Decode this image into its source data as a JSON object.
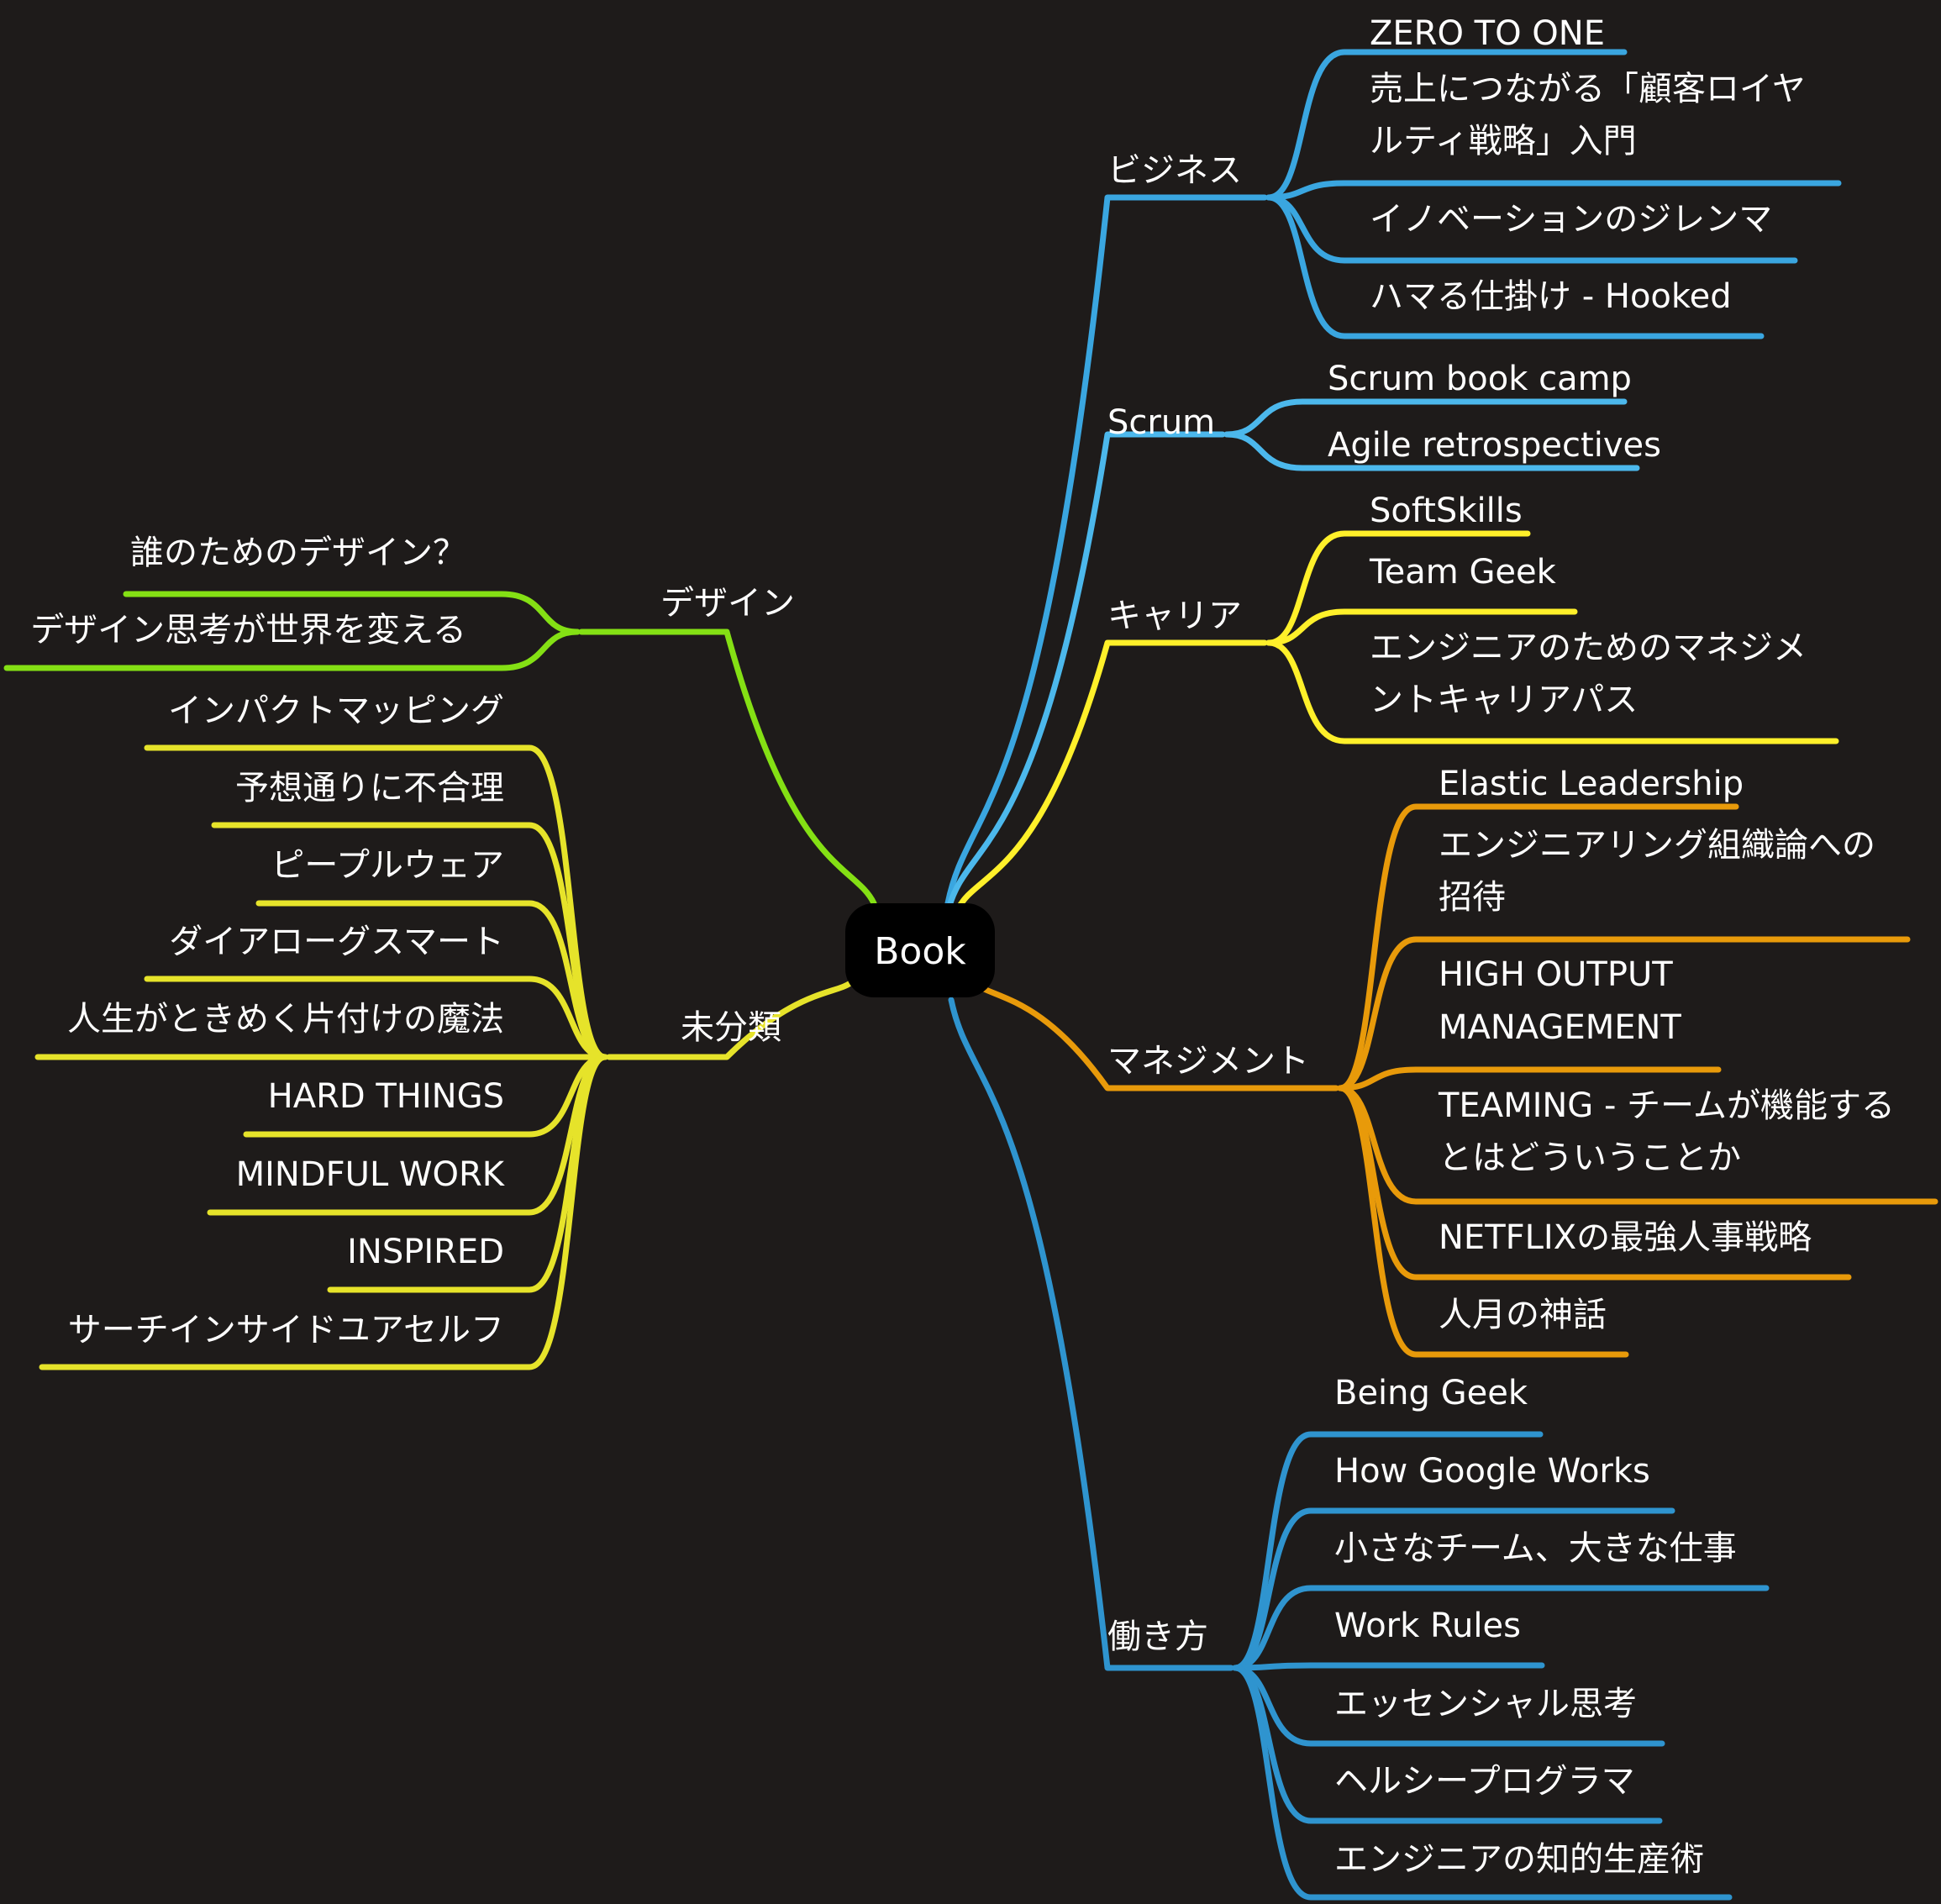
{
  "mindmap": {
    "root": "Book",
    "colors": {
      "background": "#1e1b1a",
      "business": "#3aa6e0",
      "scrum": "#4cb8ec",
      "career": "#fff02a",
      "management": "#e89a0a",
      "workstyle": "#2f94cf",
      "design": "#84e014",
      "uncategorized": "#e6e32a"
    },
    "branches": [
      {
        "label": "ビジネス",
        "color": "business",
        "side": "right",
        "children": [
          "ZERO TO ONE",
          "売上につながる「顧客ロイヤ\nルティ戦略」入門",
          "イノベーションのジレンマ",
          "ハマる仕掛け - Hooked"
        ]
      },
      {
        "label": "Scrum",
        "color": "scrum",
        "side": "right",
        "children": [
          "Scrum book camp",
          "Agile retrospectives"
        ]
      },
      {
        "label": "キャリア",
        "color": "career",
        "side": "right",
        "children": [
          "SoftSkills",
          "Team Geek",
          "エンジニアのためのマネジメ\nントキャリアパス"
        ]
      },
      {
        "label": "マネジメント",
        "color": "management",
        "side": "right",
        "children": [
          "Elastic Leadership",
          "エンジニアリング組織論への\n招待",
          "HIGH OUTPUT\nMANAGEMENT",
          "TEAMING - チームが機能する\nとはどういうことか",
          "NETFLIXの最強人事戦略",
          "人月の神話"
        ]
      },
      {
        "label": "働き方",
        "color": "workstyle",
        "side": "right",
        "children": [
          "Being Geek",
          "How Google Works",
          "小さなチーム、大きな仕事",
          "Work Rules",
          "エッセンシャル思考",
          "ヘルシープログラマ",
          "エンジニアの知的生産術"
        ]
      },
      {
        "label": "デザイン",
        "color": "design",
        "side": "left",
        "children": [
          "誰のためのデザイン？",
          "デザイン思考が世界を変える"
        ]
      },
      {
        "label": "未分類",
        "color": "uncategorized",
        "side": "left",
        "children": [
          "インパクトマッピング",
          "予想通りに不合理",
          "ピープルウェア",
          "ダイアローグスマート",
          "人生がときめく片付けの魔法",
          "HARD THINGS",
          "MINDFUL WORK",
          "INSPIRED",
          "サーチインサイドユアセルフ"
        ]
      }
    ]
  }
}
